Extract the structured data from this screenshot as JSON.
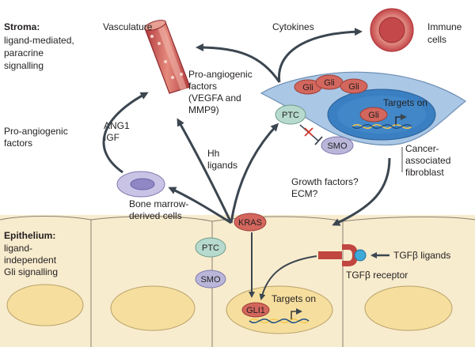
{
  "stroma": {
    "title": "Stroma:",
    "line1": "ligand-mediated,",
    "line2": "paracrine",
    "line3": "signalling"
  },
  "epithelium": {
    "title": "Epithelium:",
    "line1": "ligand-",
    "line2": "independent",
    "line3": "Gli signalling"
  },
  "labels": {
    "vasculature": "Vasculature",
    "cytokines": "Cytokines",
    "immune_1": "Immune",
    "immune_2": "cells",
    "pro_angio_1": "Pro-angiogenic",
    "pro_angio_2": "factors",
    "pro_angio_3": "(VEGFA and",
    "pro_angio_4": "MMP9)",
    "left_angio_1": "Pro-angiogenic",
    "left_angio_2": "factors",
    "ang1": "ANG1",
    "igf": "IGF",
    "hh_1": "Hh",
    "hh_2": "ligands",
    "bone_1": "Bone marrow-",
    "bone_2": "derived cells",
    "growth_1": "Growth factors?",
    "growth_2": "ECM?",
    "caf_1": "Cancer-",
    "caf_2": "associated",
    "caf_3": "fibroblast",
    "targets_stroma": "Targets on",
    "targets_epi": "Targets on",
    "tgfb_ligands": "TGFβ ligands",
    "tgfb_receptor": "TGFβ receptor"
  },
  "molecules": {
    "gli_a": "Gli",
    "gli_b": "Gli",
    "gli_c": "Gli",
    "gli_nuc": "Gli",
    "ptc_stroma": "PTC",
    "smo_stroma": "SMO",
    "kras": "KRAS",
    "ptc_epi": "PTC",
    "smo_epi": "SMO",
    "gli1": "GLI1"
  },
  "colors": {
    "stroma_bg": "#ffffff",
    "epithelium_fill": "#f8ecce",
    "nucleus_fill": "#f6df9e",
    "fibroblast_fill": "#aac7e6",
    "fibroblast_nucleus": "#3a7fc1",
    "gli_red": "#d3665d",
    "ptc_green": "#b6dacd",
    "smo_purple": "#b9b6d9",
    "vessel_red": "#c4474a",
    "arrow_gray": "#3b4650",
    "receptor_red": "#c0463f",
    "ligand_blue": "#3fa9d8"
  }
}
